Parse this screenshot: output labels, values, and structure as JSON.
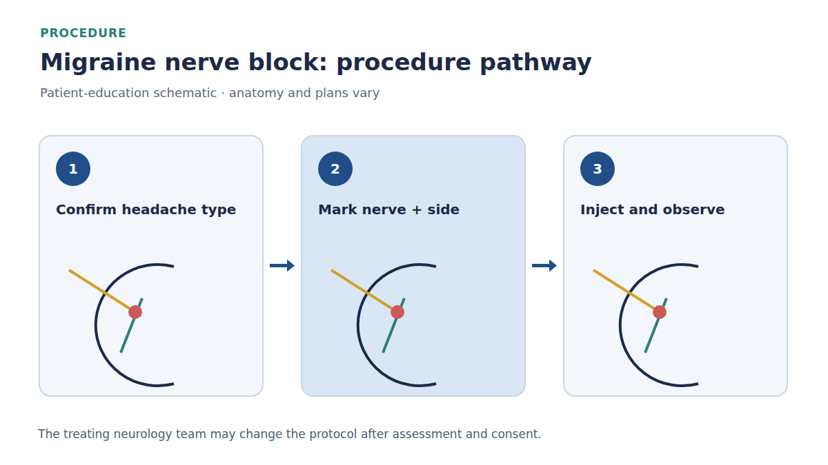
{
  "diagram": {
    "title": "Migraine nerve block: procedure pathway",
    "caption": "The treating neurology team may change the protocol after assessment and consent.",
    "nodes": [
      {
        "text": [
          "Confirm headache type"
        ]
      },
      {
        "text": [
          "1"
        ],
        "in": 0
      },
      {
        "text": [
          "Mark nerve + side"
        ]
      },
      {
        "text": [
          "2"
        ],
        "in": 2
      },
      {
        "text": [
          "Inject and observe"
        ]
      },
      {
        "text": [
          "3"
        ],
        "in": 4
      }
    ],
    "edges": [
      {
        "from": 0,
        "to": 2,
        "arrow": "to"
      },
      {
        "from": 2,
        "to": 4,
        "arrow": "to"
      }
    ],
    "labels": [
      "PROCEDURE",
      "Patient-education schematic · anatomy and plans vary"
    ]
  }
}
